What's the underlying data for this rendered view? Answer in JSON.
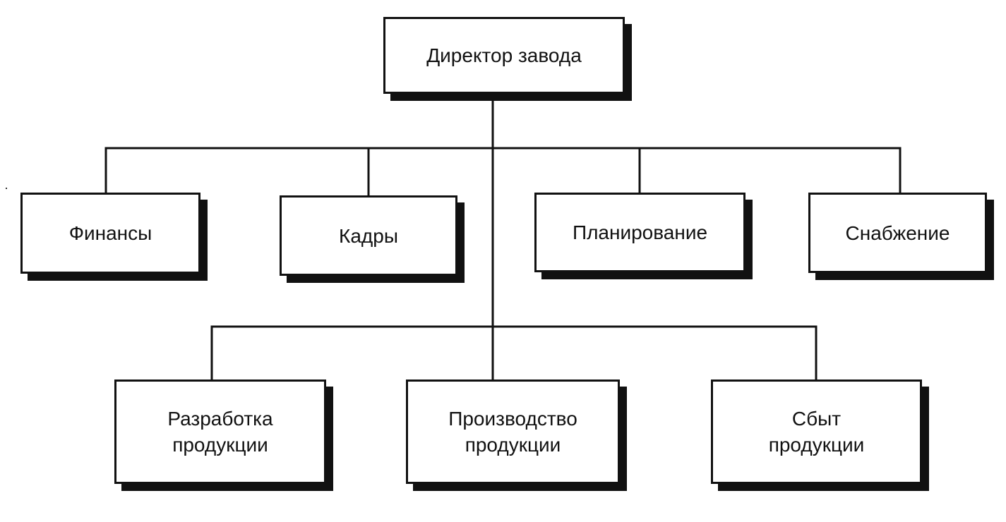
{
  "diagram": {
    "type": "org-chart",
    "colors": {
      "line": "#111111",
      "box_fill": "#ffffff",
      "shadow": "#111111",
      "text": "#111111"
    },
    "root": {
      "id": "director",
      "label": "Директор завода"
    },
    "departments": [
      {
        "id": "finance",
        "label": "Финансы",
        "parent": "director"
      },
      {
        "id": "hr",
        "label": "Кадры",
        "parent": "director"
      },
      {
        "id": "planning",
        "label": "Планирование",
        "parent": "director"
      },
      {
        "id": "supply",
        "label": "Снабжение",
        "parent": "director"
      }
    ],
    "product_units": [
      {
        "id": "development",
        "label_lines": [
          "Разработка",
          "продукции"
        ],
        "parent": "director"
      },
      {
        "id": "production",
        "label_lines": [
          "Производство",
          "продукции"
        ],
        "parent": "director"
      },
      {
        "id": "sales",
        "label_lines": [
          "Сбыт",
          "продукции"
        ],
        "parent": "director"
      }
    ]
  }
}
